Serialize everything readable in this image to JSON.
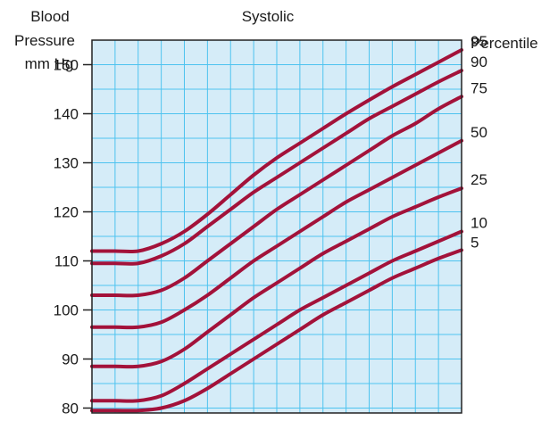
{
  "chart_data": {
    "type": "line",
    "title": "Systolic",
    "ylabel_lines": [
      "Blood",
      "Pressure",
      "mm Hg"
    ],
    "right_label": "Percentile",
    "yticks": [
      80,
      90,
      100,
      110,
      120,
      130,
      140,
      150
    ],
    "ylim": [
      79,
      155
    ],
    "xlim": [
      0,
      16
    ],
    "grid": true,
    "x": [
      0,
      1,
      2,
      3,
      4,
      5,
      6,
      7,
      8,
      9,
      10,
      11,
      12,
      13,
      14,
      15,
      16
    ],
    "series": [
      {
        "name": "95",
        "values": [
          112,
          112,
          112,
          113.5,
          116,
          119.5,
          123.5,
          127.5,
          131,
          134,
          137,
          140,
          142.8,
          145.5,
          148,
          150.5,
          153
        ]
      },
      {
        "name": "90",
        "values": [
          109.5,
          109.5,
          109.5,
          111,
          113.5,
          117,
          120.5,
          124,
          127,
          130,
          133,
          136,
          139,
          141.5,
          144,
          146.5,
          148.8
        ]
      },
      {
        "name": "75",
        "values": [
          103,
          103,
          103,
          104,
          106.5,
          110,
          113.5,
          117,
          120.5,
          123.5,
          126.5,
          129.5,
          132.5,
          135.5,
          138,
          141,
          143.5
        ]
      },
      {
        "name": "50",
        "values": [
          96.5,
          96.5,
          96.5,
          97.5,
          100,
          103,
          106.5,
          110,
          113,
          116,
          119,
          122,
          124.5,
          127,
          129.5,
          132,
          134.5
        ]
      },
      {
        "name": "25",
        "values": [
          88.5,
          88.5,
          88.5,
          89.5,
          92,
          95.5,
          99,
          102.5,
          105.5,
          108.5,
          111.5,
          114,
          116.5,
          119,
          121,
          123,
          124.8
        ]
      },
      {
        "name": "10",
        "values": [
          81.5,
          81.5,
          81.5,
          82.5,
          85,
          88,
          91,
          94,
          97,
          100,
          102.5,
          105,
          107.5,
          110,
          112,
          114,
          116
        ]
      },
      {
        "name": "5",
        "values": [
          79.5,
          79.5,
          79.5,
          80,
          81.5,
          84,
          87,
          90,
          93,
          96,
          99,
          101.5,
          104,
          106.5,
          108.5,
          110.5,
          112.2
        ]
      }
    ],
    "colors": {
      "plot_bg": "#d5ecf8",
      "grid": "#4ec3ef",
      "curve": "#a3123a",
      "frame": "#222222"
    }
  }
}
